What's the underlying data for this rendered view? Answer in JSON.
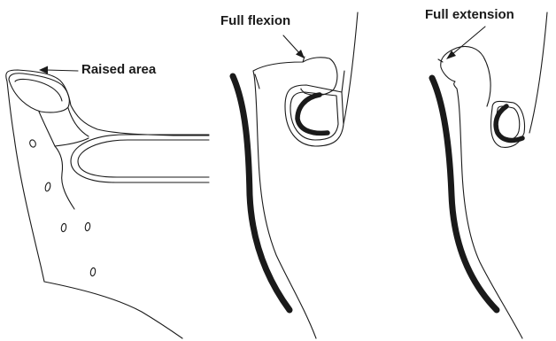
{
  "labels": {
    "raised_area": "Raised area",
    "full_flexion": "Full flexion",
    "full_extension": "Full extension"
  },
  "colors": {
    "stroke": "#1a1a1a",
    "background": "#ffffff"
  }
}
